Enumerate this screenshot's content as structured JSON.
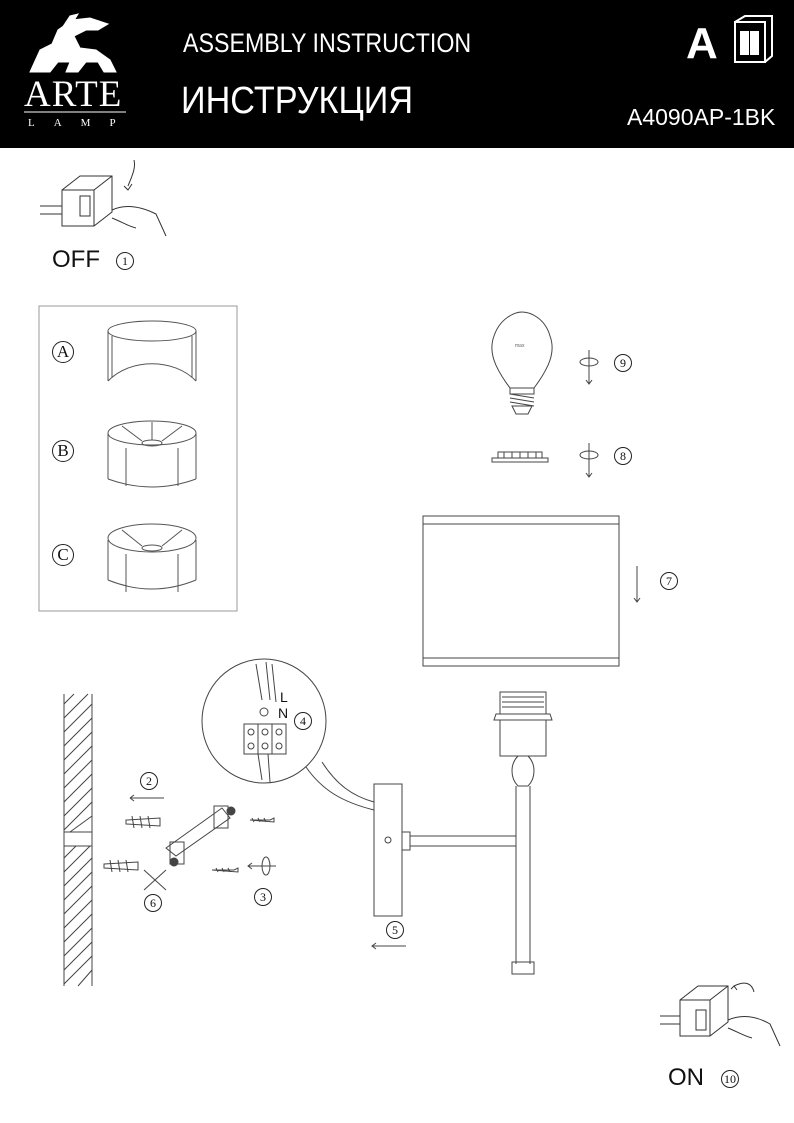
{
  "header": {
    "brand": "ARTE",
    "brand_sub": "LAMP",
    "title_en": "ASSEMBLY  INSTRUCTION",
    "title_ru": "ИНСТРУКЦИЯ",
    "model": "A4090AP-1BK",
    "class_letter": "A"
  },
  "steps": {
    "off_label": "OFF",
    "on_label": "ON",
    "s1": "1",
    "s2": "2",
    "s3": "3",
    "s4": "4",
    "s5": "5",
    "s6": "6",
    "s7": "7",
    "s8": "8",
    "s9": "9",
    "s10": "10"
  },
  "shade_options": [
    "A",
    "B",
    "C"
  ],
  "wiring": {
    "terminal_L": "L",
    "terminal_N": "N"
  },
  "bulb_marking": "max"
}
